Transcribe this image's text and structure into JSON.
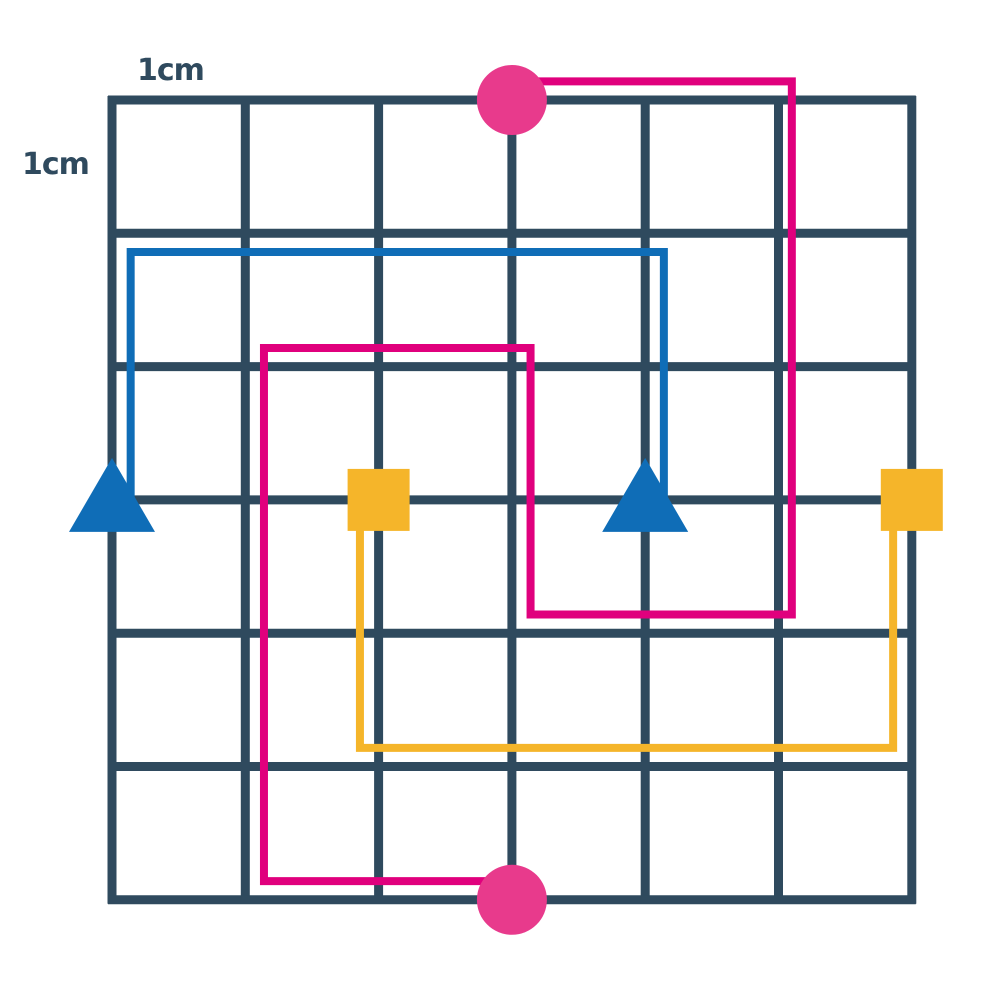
{
  "labels": {
    "cell_width": "1cm",
    "cell_height": "1cm"
  },
  "grid": {
    "columns": 6,
    "rows": 6,
    "color": "#2f4a5e"
  },
  "colors": {
    "pink": "#e0007d",
    "pink_dot": "#e83a8c",
    "blue": "#0f6db7",
    "yellow": "#f5b52a"
  },
  "paths": [
    {
      "id": "pink-path-top",
      "color": "pink",
      "points": [
        [
          3,
          -0.14
        ],
        [
          5.1,
          -0.14
        ],
        [
          5.1,
          3.86
        ],
        [
          3.14,
          3.86
        ],
        [
          3.14,
          1.86
        ],
        [
          1.14,
          1.86
        ],
        [
          1.14,
          5.86
        ],
        [
          3,
          5.86
        ]
      ]
    },
    {
      "id": "blue-path",
      "color": "blue",
      "points": [
        [
          0.14,
          3
        ],
        [
          0.14,
          1.14
        ],
        [
          4.14,
          1.14
        ],
        [
          4.14,
          3
        ]
      ]
    },
    {
      "id": "yellow-path",
      "color": "yellow",
      "points": [
        [
          1.86,
          3
        ],
        [
          1.86,
          4.86
        ],
        [
          5.86,
          4.86
        ],
        [
          5.86,
          3
        ]
      ]
    }
  ],
  "markers": [
    {
      "id": "pink-circle-top",
      "shape": "circle",
      "color": "pink_dot",
      "at": [
        3,
        0
      ]
    },
    {
      "id": "pink-circle-bottom",
      "shape": "circle",
      "color": "pink_dot",
      "at": [
        3,
        6
      ]
    },
    {
      "id": "blue-triangle-left",
      "shape": "triangle",
      "color": "blue",
      "at": [
        0,
        3
      ]
    },
    {
      "id": "blue-triangle-right",
      "shape": "triangle",
      "color": "blue",
      "at": [
        4,
        3
      ]
    },
    {
      "id": "yellow-square-left",
      "shape": "square",
      "color": "yellow",
      "at": [
        2,
        3
      ]
    },
    {
      "id": "yellow-square-right",
      "shape": "square",
      "color": "yellow",
      "at": [
        6,
        3
      ]
    }
  ]
}
